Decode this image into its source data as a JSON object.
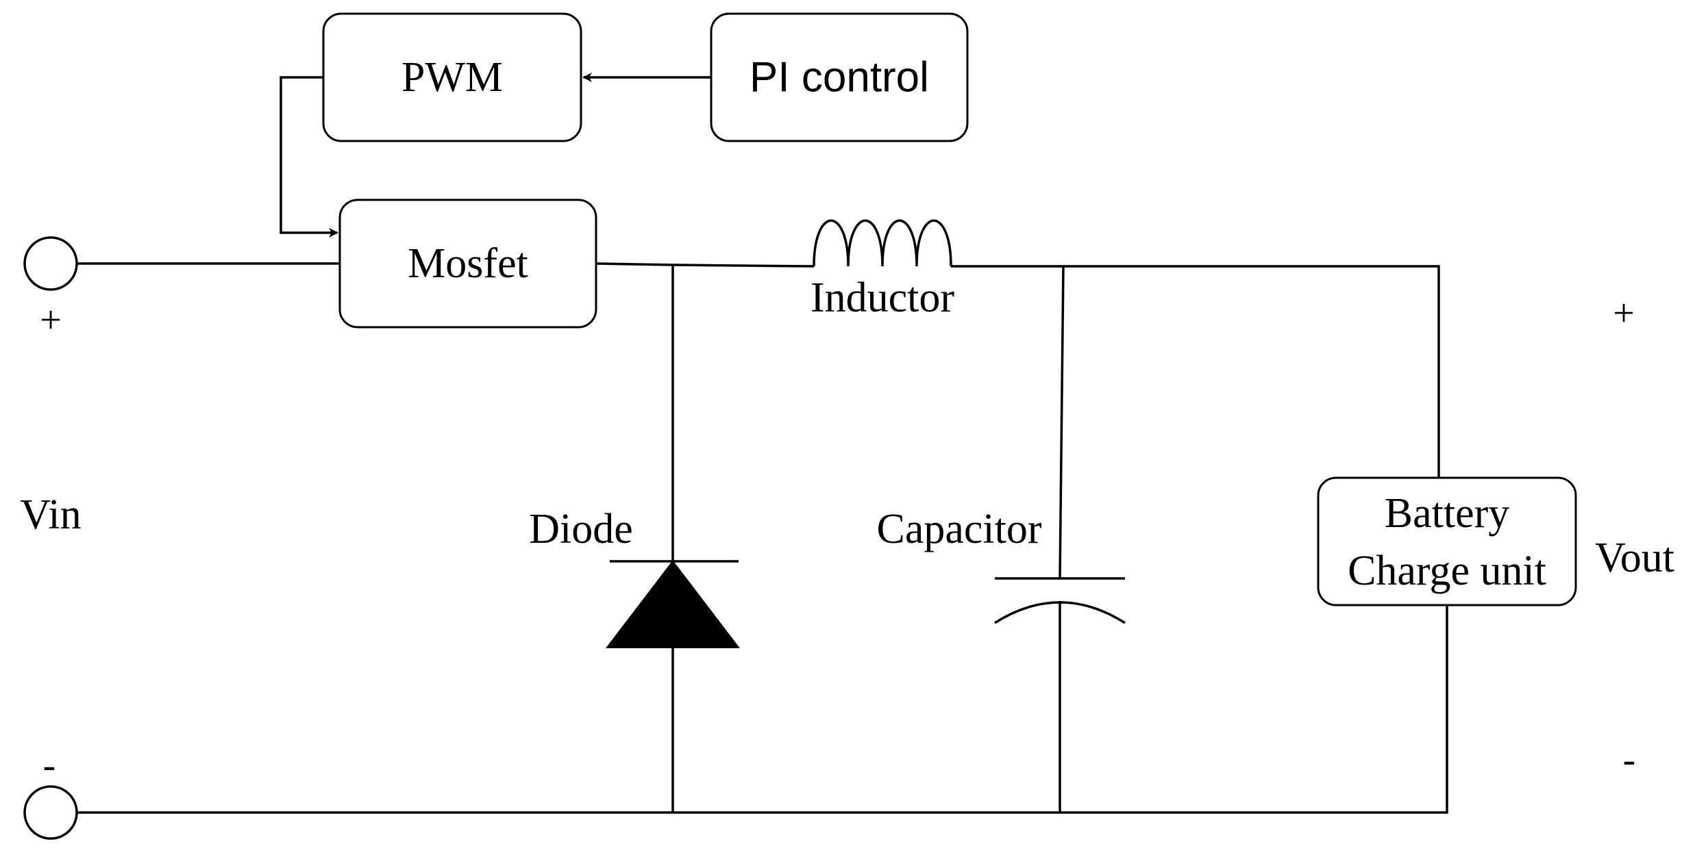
{
  "blocks": {
    "pwm": "PWM",
    "pi_control": "PI control",
    "mosfet": "Mosfet",
    "battery_line1": "Battery",
    "battery_line2": "Charge unit"
  },
  "components": {
    "inductor": "Inductor",
    "diode": "Diode",
    "capacitor": "Capacitor"
  },
  "terminals": {
    "vin": "Vin",
    "vin_plus": "+",
    "vin_minus": "-",
    "vout": "Vout",
    "vout_plus": "+",
    "vout_minus": "-"
  }
}
